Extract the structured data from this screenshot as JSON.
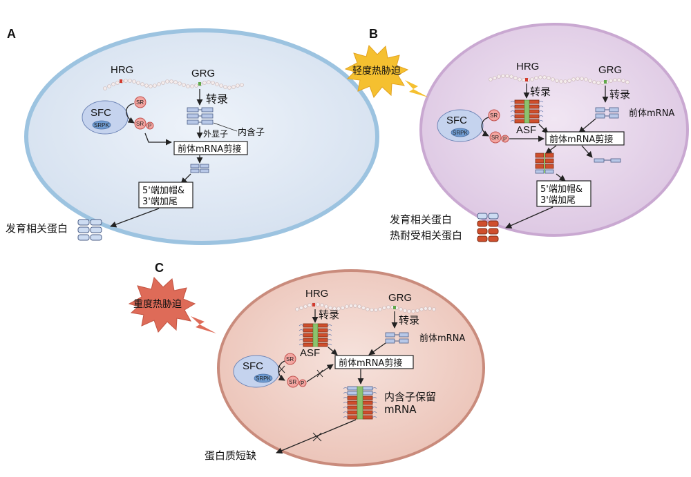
{
  "panels": {
    "a": {
      "letter": "A",
      "hrg": "HRG",
      "grg": "GRG",
      "sfc": "SFC",
      "srpk": "SRPK",
      "sr": "SR",
      "p": "P",
      "transcription": "转录",
      "exon": "外显子",
      "intron": "内含子",
      "splicing": "前体mRNA剪接",
      "capping_1": "5'端加帽&",
      "capping_2": "3'端加尾",
      "output": "发育相关蛋白"
    },
    "b": {
      "letter": "B",
      "stress": "轻度热胁迫",
      "hrg": "HRG",
      "grg": "GRG",
      "sfc": "SFC",
      "srpk": "SRPK",
      "sr": "SR",
      "p": "P",
      "transcription_hrg": "转录",
      "transcription_grg": "转录",
      "asf": "ASF",
      "premrna": "前体mRNA",
      "splicing": "前体mRNA剪接",
      "capping_1": "5'端加帽&",
      "capping_2": "3'端加尾",
      "output_1": "发育相关蛋白",
      "output_2": "热耐受相关蛋白"
    },
    "c": {
      "letter": "C",
      "stress": "重度热胁迫",
      "hrg": "HRG",
      "grg": "GRG",
      "sfc": "SFC",
      "srpk": "SRPK",
      "sr": "SR",
      "p": "P",
      "transcription_hrg": "转录",
      "transcription_grg": "转录",
      "asf": "ASF",
      "premrna": "前体mRNA",
      "splicing": "前体mRNA剪接",
      "retained_1": "内含子保留",
      "retained_2": "mRNA",
      "output": "蛋白质短缺"
    }
  },
  "colors": {
    "cell_a": "#d9e5f2",
    "cell_a_edge": "#8fb9db",
    "cell_b": "#e3cfe6",
    "cell_b_edge": "#c7a6cf",
    "cell_c": "#efcdc3",
    "cell_c_edge": "#c7877a",
    "stress_mild": "#f5c030",
    "stress_severe": "#de6b58"
  }
}
